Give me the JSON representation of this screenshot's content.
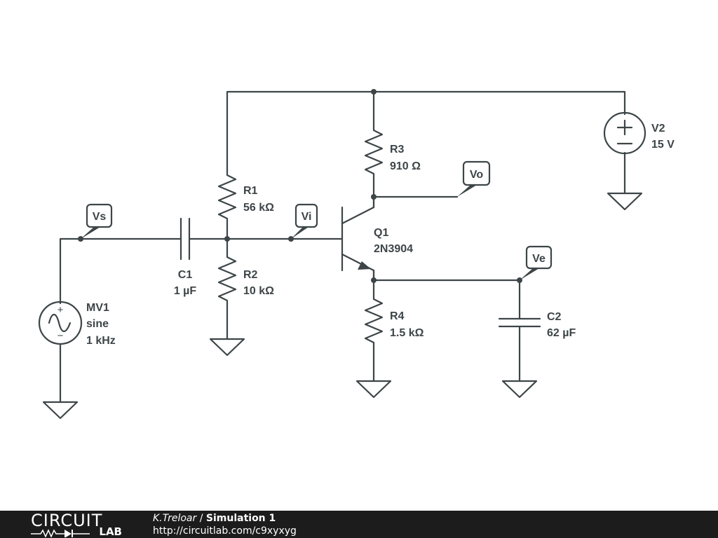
{
  "components": {
    "MV1": {
      "name": "MV1",
      "type": "sine",
      "frequency": "1 kHz"
    },
    "C1": {
      "name": "C1",
      "value": "1 µF"
    },
    "R1": {
      "name": "R1",
      "value": "56 kΩ"
    },
    "R2": {
      "name": "R2",
      "value": "10 kΩ"
    },
    "R3": {
      "name": "R3",
      "value": "910 Ω"
    },
    "R4": {
      "name": "R4",
      "value": "1.5 kΩ"
    },
    "Q1": {
      "name": "Q1",
      "value": "2N3904"
    },
    "C2": {
      "name": "C2",
      "value": "62 µF"
    },
    "V2": {
      "name": "V2",
      "value": "15 V"
    }
  },
  "probes": {
    "Vs": "Vs",
    "Vi": "Vi",
    "Vo": "Vo",
    "Ve": "Ve"
  },
  "source_symbols": {
    "plus": "+",
    "minus": "−"
  },
  "footer": {
    "logo_top": "CIRCUIT",
    "logo_bottom": "LAB",
    "author": "K.Treloar",
    "separator": " / ",
    "simulation_name": "Simulation 1",
    "url": "http://circuitlab.com/c9xyxyg"
  }
}
